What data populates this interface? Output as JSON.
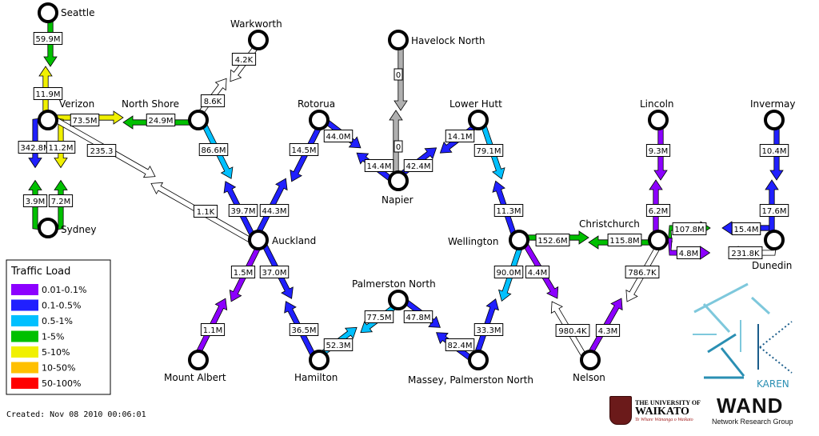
{
  "legend": {
    "title": "Traffic Load",
    "items": [
      {
        "label": "0.01-0.1%",
        "color": "#8c00ff"
      },
      {
        "label": "0.1-0.5%",
        "color": "#2020ff"
      },
      {
        "label": "0.5-1%",
        "color": "#00c0ff"
      },
      {
        "label": "1-5%",
        "color": "#00c000"
      },
      {
        "label": "5-10%",
        "color": "#f0f000"
      },
      {
        "label": "10-50%",
        "color": "#ffc000"
      },
      {
        "label": "50-100%",
        "color": "#ff0000"
      }
    ]
  },
  "created": "Created: Nov 08 2010 00:06:01",
  "nodes": [
    {
      "id": "seattle",
      "label": "Seattle"
    },
    {
      "id": "warkworth",
      "label": "Warkworth"
    },
    {
      "id": "havelock",
      "label": "Havelock North"
    },
    {
      "id": "verizon",
      "label": "Verizon"
    },
    {
      "id": "northshore",
      "label": "North Shore"
    },
    {
      "id": "rotorua",
      "label": "Rotorua"
    },
    {
      "id": "lowerhutt",
      "label": "Lower Hutt"
    },
    {
      "id": "lincoln",
      "label": "Lincoln"
    },
    {
      "id": "invermay",
      "label": "Invermay"
    },
    {
      "id": "napier",
      "label": "Napier"
    },
    {
      "id": "sydney",
      "label": "Sydney"
    },
    {
      "id": "auckland",
      "label": "Auckland"
    },
    {
      "id": "christchurch",
      "label": "Christchurch"
    },
    {
      "id": "wellington",
      "label": "Wellington"
    },
    {
      "id": "dunedin",
      "label": "Dunedin"
    },
    {
      "id": "palmerston",
      "label": "Palmerston North"
    },
    {
      "id": "mountalbert",
      "label": "Mount Albert"
    },
    {
      "id": "hamilton",
      "label": "Hamilton"
    },
    {
      "id": "massey",
      "label": "Massey, Palmerston North"
    },
    {
      "id": "nelson",
      "label": "Nelson"
    }
  ],
  "links": [
    {
      "from": "verizon",
      "to": "seattle",
      "rate": "59.9M",
      "color": "#f0f000"
    },
    {
      "from": "seattle",
      "to": "verizon",
      "rate": "11.9M",
      "color": "#00c000"
    },
    {
      "from": "verizon",
      "to": "northshore",
      "rate": "73.5M",
      "color": "#f0f000"
    },
    {
      "from": "northshore",
      "to": "verizon",
      "rate": "24.9M",
      "color": "#00c000"
    },
    {
      "from": "verizon",
      "to": "sydney",
      "rate": "342.8M",
      "color": "#2020ff"
    },
    {
      "from": "sydney",
      "to": "verizon",
      "rate": "3.9M",
      "color": "#00c000"
    },
    {
      "from": "verizon",
      "to": "sydney",
      "rate": "11.2M",
      "color": "#f0f000"
    },
    {
      "from": "sydney",
      "to": "verizon",
      "rate": "7.2M",
      "color": "#00c000"
    },
    {
      "from": "verizon",
      "to": "auckland",
      "rate": "235.3",
      "color": "#ffffff"
    },
    {
      "from": "auckland",
      "to": "verizon",
      "rate": "1.1K",
      "color": "#ffffff"
    },
    {
      "from": "northshore",
      "to": "warkworth",
      "rate": "8.6K",
      "color": "#ffffff"
    },
    {
      "from": "warkworth",
      "to": "northshore",
      "rate": "4.2K",
      "color": "#ffffff"
    },
    {
      "from": "northshore",
      "to": "auckland",
      "rate": "86.6M",
      "color": "#00c0ff"
    },
    {
      "from": "auckland",
      "to": "northshore",
      "rate": "39.7M",
      "color": "#2020ff"
    },
    {
      "from": "auckland",
      "to": "rotorua",
      "rate": "44.3M",
      "color": "#2020ff"
    },
    {
      "from": "rotorua",
      "to": "auckland",
      "rate": "14.5M",
      "color": "#2020ff"
    },
    {
      "from": "rotorua",
      "to": "napier",
      "rate": "44.0M",
      "color": "#2020ff"
    },
    {
      "from": "napier",
      "to": "rotorua",
      "rate": "14.4M",
      "color": "#2020ff"
    },
    {
      "from": "havelock",
      "to": "napier",
      "rate": "0",
      "color": "#b0b0b0"
    },
    {
      "from": "napier",
      "to": "havelock",
      "rate": "0",
      "color": "#b0b0b0"
    },
    {
      "from": "napier",
      "to": "lowerhutt",
      "rate": "42.4M",
      "color": "#2020ff"
    },
    {
      "from": "lowerhutt",
      "to": "napier",
      "rate": "14.1M",
      "color": "#2020ff"
    },
    {
      "from": "lowerhutt",
      "to": "wellington",
      "rate": "79.1M",
      "color": "#00c0ff"
    },
    {
      "from": "wellington",
      "to": "lowerhutt",
      "rate": "11.3M",
      "color": "#2020ff"
    },
    {
      "from": "wellington",
      "to": "christchurch",
      "rate": "152.6M",
      "color": "#00c000"
    },
    {
      "from": "christchurch",
      "to": "wellington",
      "rate": "115.8M",
      "color": "#00c000"
    },
    {
      "from": "lincoln",
      "to": "christchurch",
      "rate": "9.3M",
      "color": "#8c00ff"
    },
    {
      "from": "christchurch",
      "to": "lincoln",
      "rate": "6.2M",
      "color": "#8c00ff"
    },
    {
      "from": "christchurch",
      "to": "dunedin",
      "rate": "107.8M",
      "color": "#00c000"
    },
    {
      "from": "dunedin",
      "to": "christchurch",
      "rate": "15.4M",
      "color": "#2020ff"
    },
    {
      "from": "christchurch",
      "to": "dunedin",
      "rate": "4.8M",
      "color": "#8c00ff"
    },
    {
      "from": "dunedin",
      "to": "christchurch",
      "rate": "231.8K",
      "color": "#ffffff"
    },
    {
      "from": "invermay",
      "to": "dunedin",
      "rate": "10.4M",
      "color": "#2020ff"
    },
    {
      "from": "dunedin",
      "to": "invermay",
      "rate": "17.6M",
      "color": "#2020ff"
    },
    {
      "from": "christchurch",
      "to": "nelson",
      "rate": "786.7K",
      "color": "#ffffff"
    },
    {
      "from": "nelson",
      "to": "christchurch",
      "rate": "4.3M",
      "color": "#8c00ff"
    },
    {
      "from": "wellington",
      "to": "nelson",
      "rate": "4.4M",
      "color": "#8c00ff"
    },
    {
      "from": "nelson",
      "to": "wellington",
      "rate": "980.4K",
      "color": "#ffffff"
    },
    {
      "from": "wellington",
      "to": "massey",
      "rate": "90.0M",
      "color": "#00c0ff"
    },
    {
      "from": "massey",
      "to": "wellington",
      "rate": "33.3M",
      "color": "#2020ff"
    },
    {
      "from": "auckland",
      "to": "mountalbert",
      "rate": "1.5M",
      "color": "#8c00ff"
    },
    {
      "from": "mountalbert",
      "to": "auckland",
      "rate": "1.1M",
      "color": "#8c00ff"
    },
    {
      "from": "auckland",
      "to": "hamilton",
      "rate": "37.0M",
      "color": "#2020ff"
    },
    {
      "from": "hamilton",
      "to": "auckland",
      "rate": "36.5M",
      "color": "#2020ff"
    },
    {
      "from": "hamilton",
      "to": "palmerston",
      "rate": "52.3M",
      "color": "#00c0ff"
    },
    {
      "from": "palmerston",
      "to": "hamilton",
      "rate": "77.5M",
      "color": "#00c0ff"
    },
    {
      "from": "palmerston",
      "to": "massey",
      "rate": "47.8M",
      "color": "#2020ff"
    },
    {
      "from": "massey",
      "to": "palmerston",
      "rate": "82.4M",
      "color": "#2020ff"
    }
  ],
  "logos": {
    "karen_text": "KAREN",
    "waikato_line1": "THE UNIVERSITY OF",
    "waikato_line2": "WAIKATO",
    "waikato_line3": "Te Whare Wānanga o Waikato",
    "wand_text": "WAND",
    "wand_sub": "Network Research Group"
  }
}
